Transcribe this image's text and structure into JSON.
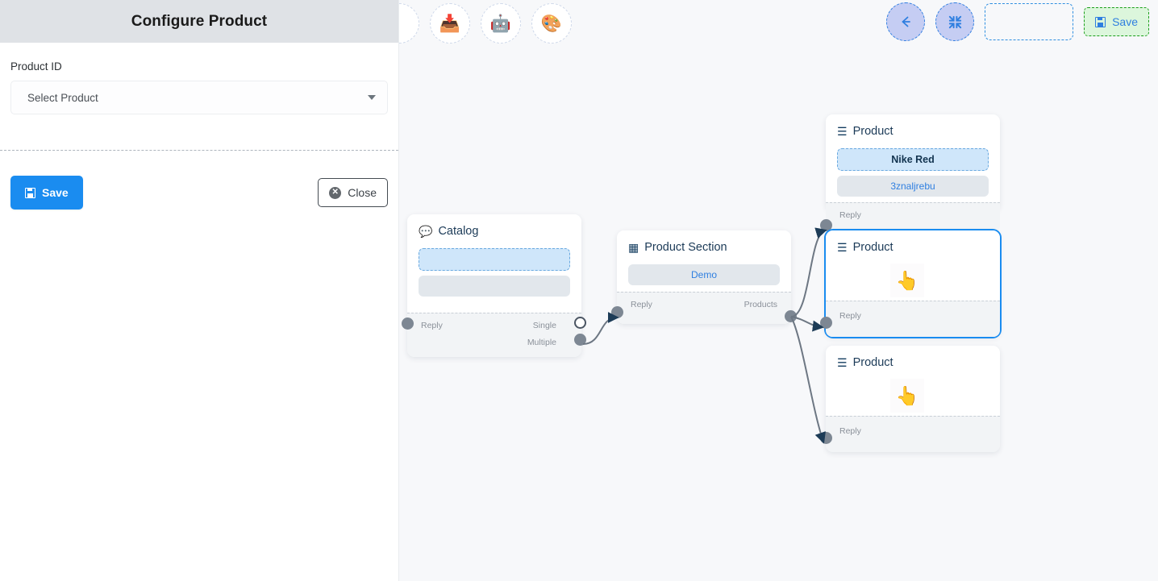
{
  "panel": {
    "title": "Configure Product",
    "field_label": "Product ID",
    "select_value": "Select Product",
    "select_caret_icon": "chevron-down-icon",
    "save_label": "Save",
    "save_icon": "floppy-disk-icon",
    "close_label": "Close",
    "close_icon": "circle-x-icon"
  },
  "toolbar_left": {
    "items": [
      {
        "icon": "tray-stack-icon",
        "glyph": "📥"
      },
      {
        "icon": "robot-icon",
        "glyph": "🤖"
      },
      {
        "icon": "palette-icon",
        "glyph": "🎨"
      }
    ]
  },
  "toolbar_right": {
    "back_icon": "arrow-left-icon",
    "compress_icon": "compress-icon",
    "placeholder": "",
    "save_label": "Save",
    "save_icon": "floppy-disk-icon"
  },
  "nodes": {
    "catalog": {
      "title": "Catalog",
      "icon": "chat-bubble-icon",
      "chip_dashed": "",
      "chip_solid": "",
      "port_reply": "Reply",
      "port_single": "Single",
      "port_multiple": "Multiple"
    },
    "product_section": {
      "title": "Product Section",
      "icon": "grid-table-icon",
      "chip_solid": "Demo",
      "port_reply": "Reply",
      "port_products": "Products"
    },
    "product_1": {
      "title": "Product",
      "icon": "list-lines-icon",
      "chip_dashed": "Nike Red",
      "chip_solid": "3znaljrebu",
      "port_reply": "Reply"
    },
    "product_2": {
      "title": "Product",
      "icon": "list-lines-icon",
      "cursor_glyph": "👆",
      "port_reply": "Reply"
    },
    "product_3": {
      "title": "Product",
      "icon": "list-lines-icon",
      "cursor_glyph": "👆",
      "port_reply": "Reply"
    }
  },
  "colors": {
    "panel_header": "#dfe2e6",
    "primary_blue": "#1a8cf0",
    "canvas_bg": "#f7f8fa",
    "node_footer": "#f2f4f6",
    "chip_dashed_bg": "#cfe6fa",
    "chip_solid_bg": "#e2e7ec",
    "save_green_bg": "#dcf6dc",
    "nav_lavender": "#c5cdf3",
    "port_gray": "#7d8793",
    "selection_blue": "#1a8cf0"
  }
}
